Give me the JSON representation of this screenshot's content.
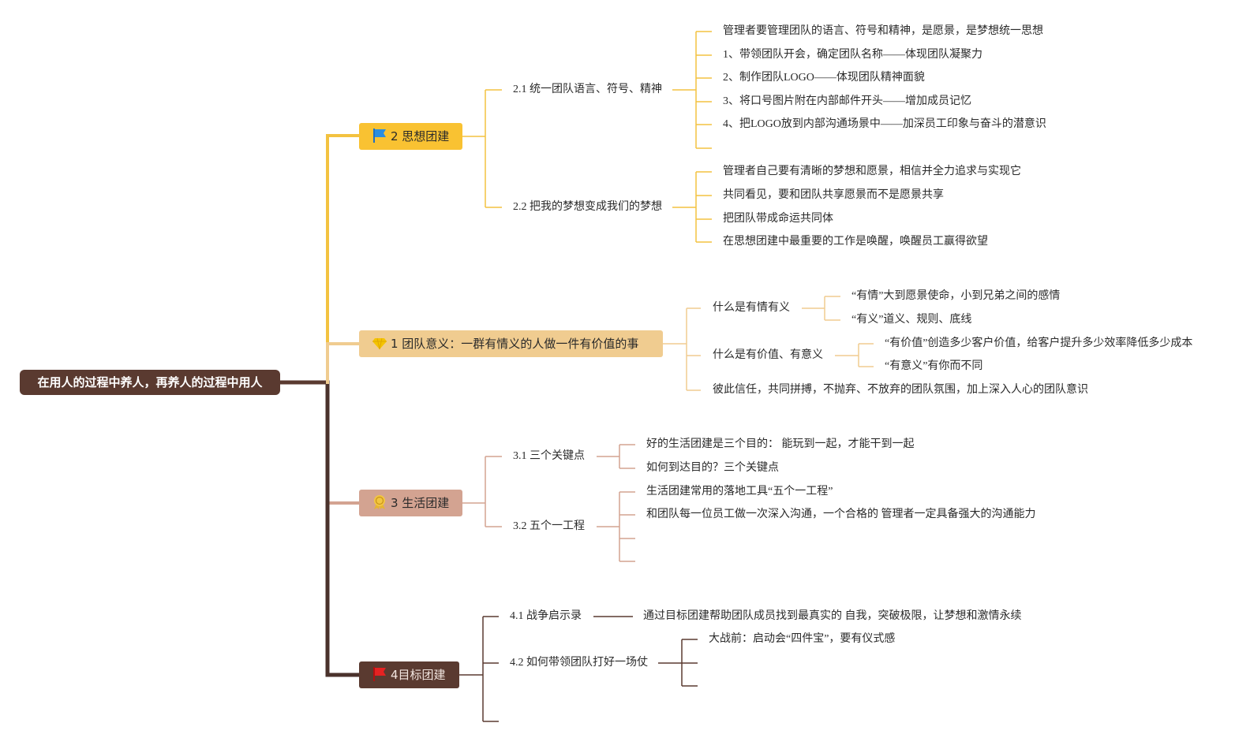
{
  "root": {
    "label": "在用人的过程中养人，再养人的过程中用人"
  },
  "colors": {
    "root": "#5a3a30",
    "branch1": "#f0cc90",
    "branch2": "#f9c232",
    "branch3": "#d3a391",
    "branch4": "#5a3a30"
  },
  "branch2": {
    "label": "2 思想团建",
    "icon": "blue-flag-icon",
    "s1": {
      "label": "2.1 统一团队语言、符号、精神",
      "items": [
        "管理者要管理团队的语言、符号和精神，是愿景，是梦想统一思想",
        "1、带领团队开会，确定团队名称——体现团队凝聚力",
        "2、制作团队LOGO——体现团队精神面貌",
        "3、将口号图片附在内部邮件开头——增加成员记忆",
        "4、把LOGO放到内部沟通场景中——加深员工印象与奋斗的潜意识"
      ]
    },
    "s2": {
      "label": "2.2 把我的梦想变成我们的梦想",
      "items": [
        "管理者自己要有清晰的梦想和愿景，相信并全力追求与实现它",
        "共同看见，要和团队共享愿景而不是愿景共享",
        "把团队带成命运共同体",
        "在思想团建中最重要的工作是唤醒，唤醒员工赢得欲望"
      ]
    }
  },
  "branch1": {
    "label": "1 团队意义：一群有情义的人做一件有价值的事",
    "icon": "diamond-icon",
    "s1": {
      "label": "什么是有情有义",
      "items": [
        "“有情”大到愿景使命，小到兄弟之间的感情",
        "“有义”道义、规则、底线"
      ]
    },
    "s2": {
      "label": "什么是有价值、有意义",
      "items": [
        "“有价值”创造多少客户价值，给客户提升多少效率降低多少成本",
        "“有意义”有你而不同"
      ]
    },
    "s3": {
      "label": "彼此信任，共同拼搏，不抛弃、不放弃的团队氛围，加上深入人心的团队意识"
    }
  },
  "branch3": {
    "label": "3 生活团建",
    "icon": "medal-icon",
    "s1": {
      "label": "3.1 三个关键点",
      "items": [
        "好的生活团建是三个目的： 能玩到一起，才能干到一起",
        "如何到达目的？三个关键点"
      ]
    },
    "s2": {
      "label": "3.2 五个一工程",
      "items": [
        "生活团建常用的落地工具“五个一工程”",
        "和团队每一位员工做一次深入沟通，一个合格的 管理者一定具备强大的沟通能力"
      ]
    }
  },
  "branch4": {
    "label": "4目标团建",
    "icon": "red-flag-icon",
    "s1": {
      "label": "4.1 战争启示录",
      "items": [
        "通过目标团建帮助团队成员找到最真实的 自我，突破极限，让梦想和激情永续"
      ]
    },
    "s2": {
      "label": "4.2 如何带领团队打好一场仗",
      "items": [
        "大战前：启动会“四件宝”，要有仪式感"
      ]
    }
  }
}
